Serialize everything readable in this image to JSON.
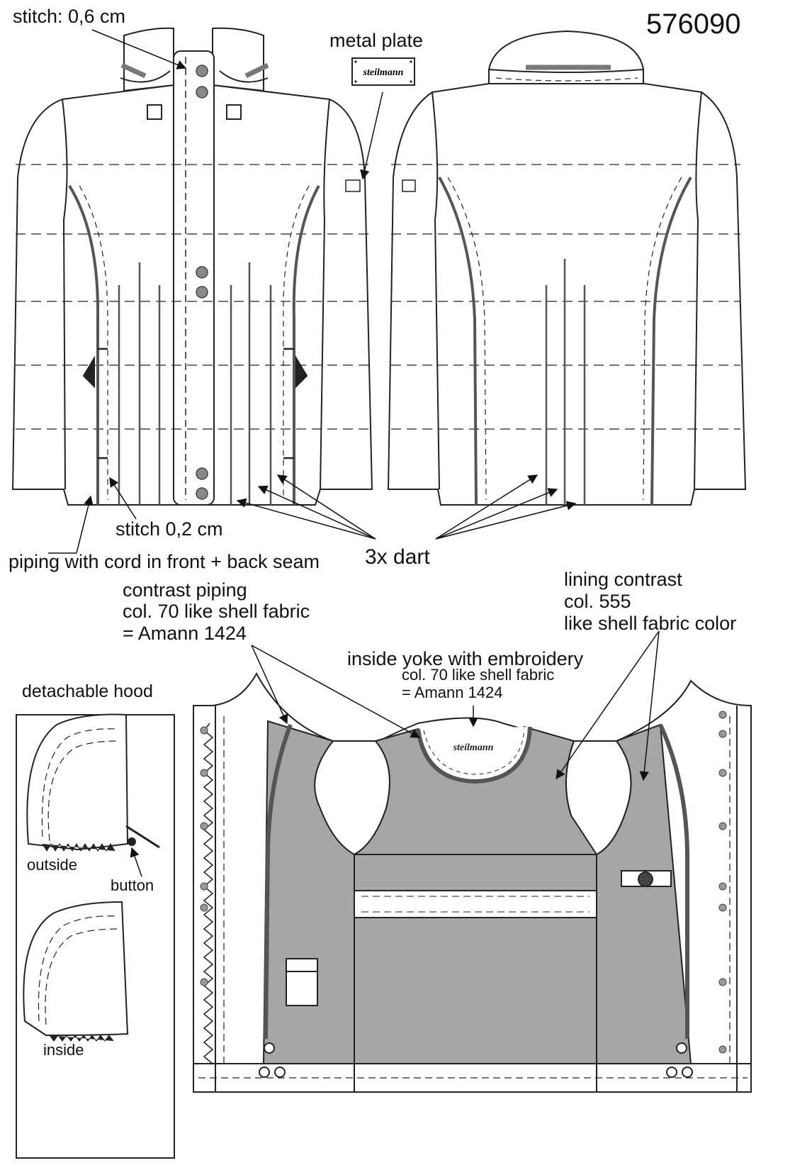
{
  "style_number": "576090",
  "labels": {
    "stitch_06": "stitch: 0,6 cm",
    "metal_plate": "metal plate",
    "stitch_02": "stitch 0,2 cm",
    "piping_cord": "piping with cord in front + back seam",
    "darts": "3x dart",
    "contrast_piping": [
      "contrast piping",
      "col. 70 like shell fabric",
      "= Amann 1424"
    ],
    "lining_contrast": [
      "lining contrast",
      "col. 555",
      "like shell fabric color"
    ],
    "inside_yoke": "inside yoke with embroidery",
    "inside_yoke_sub": [
      "col. 70 like shell fabric",
      "= Amann 1424"
    ],
    "detachable_hood": "detachable hood",
    "outside": "outside",
    "button": "button",
    "inside": "inside"
  },
  "brand": "steilmann",
  "colors": {
    "lining": "#a6a6a6",
    "piping": "#555555",
    "line": "#222222"
  }
}
